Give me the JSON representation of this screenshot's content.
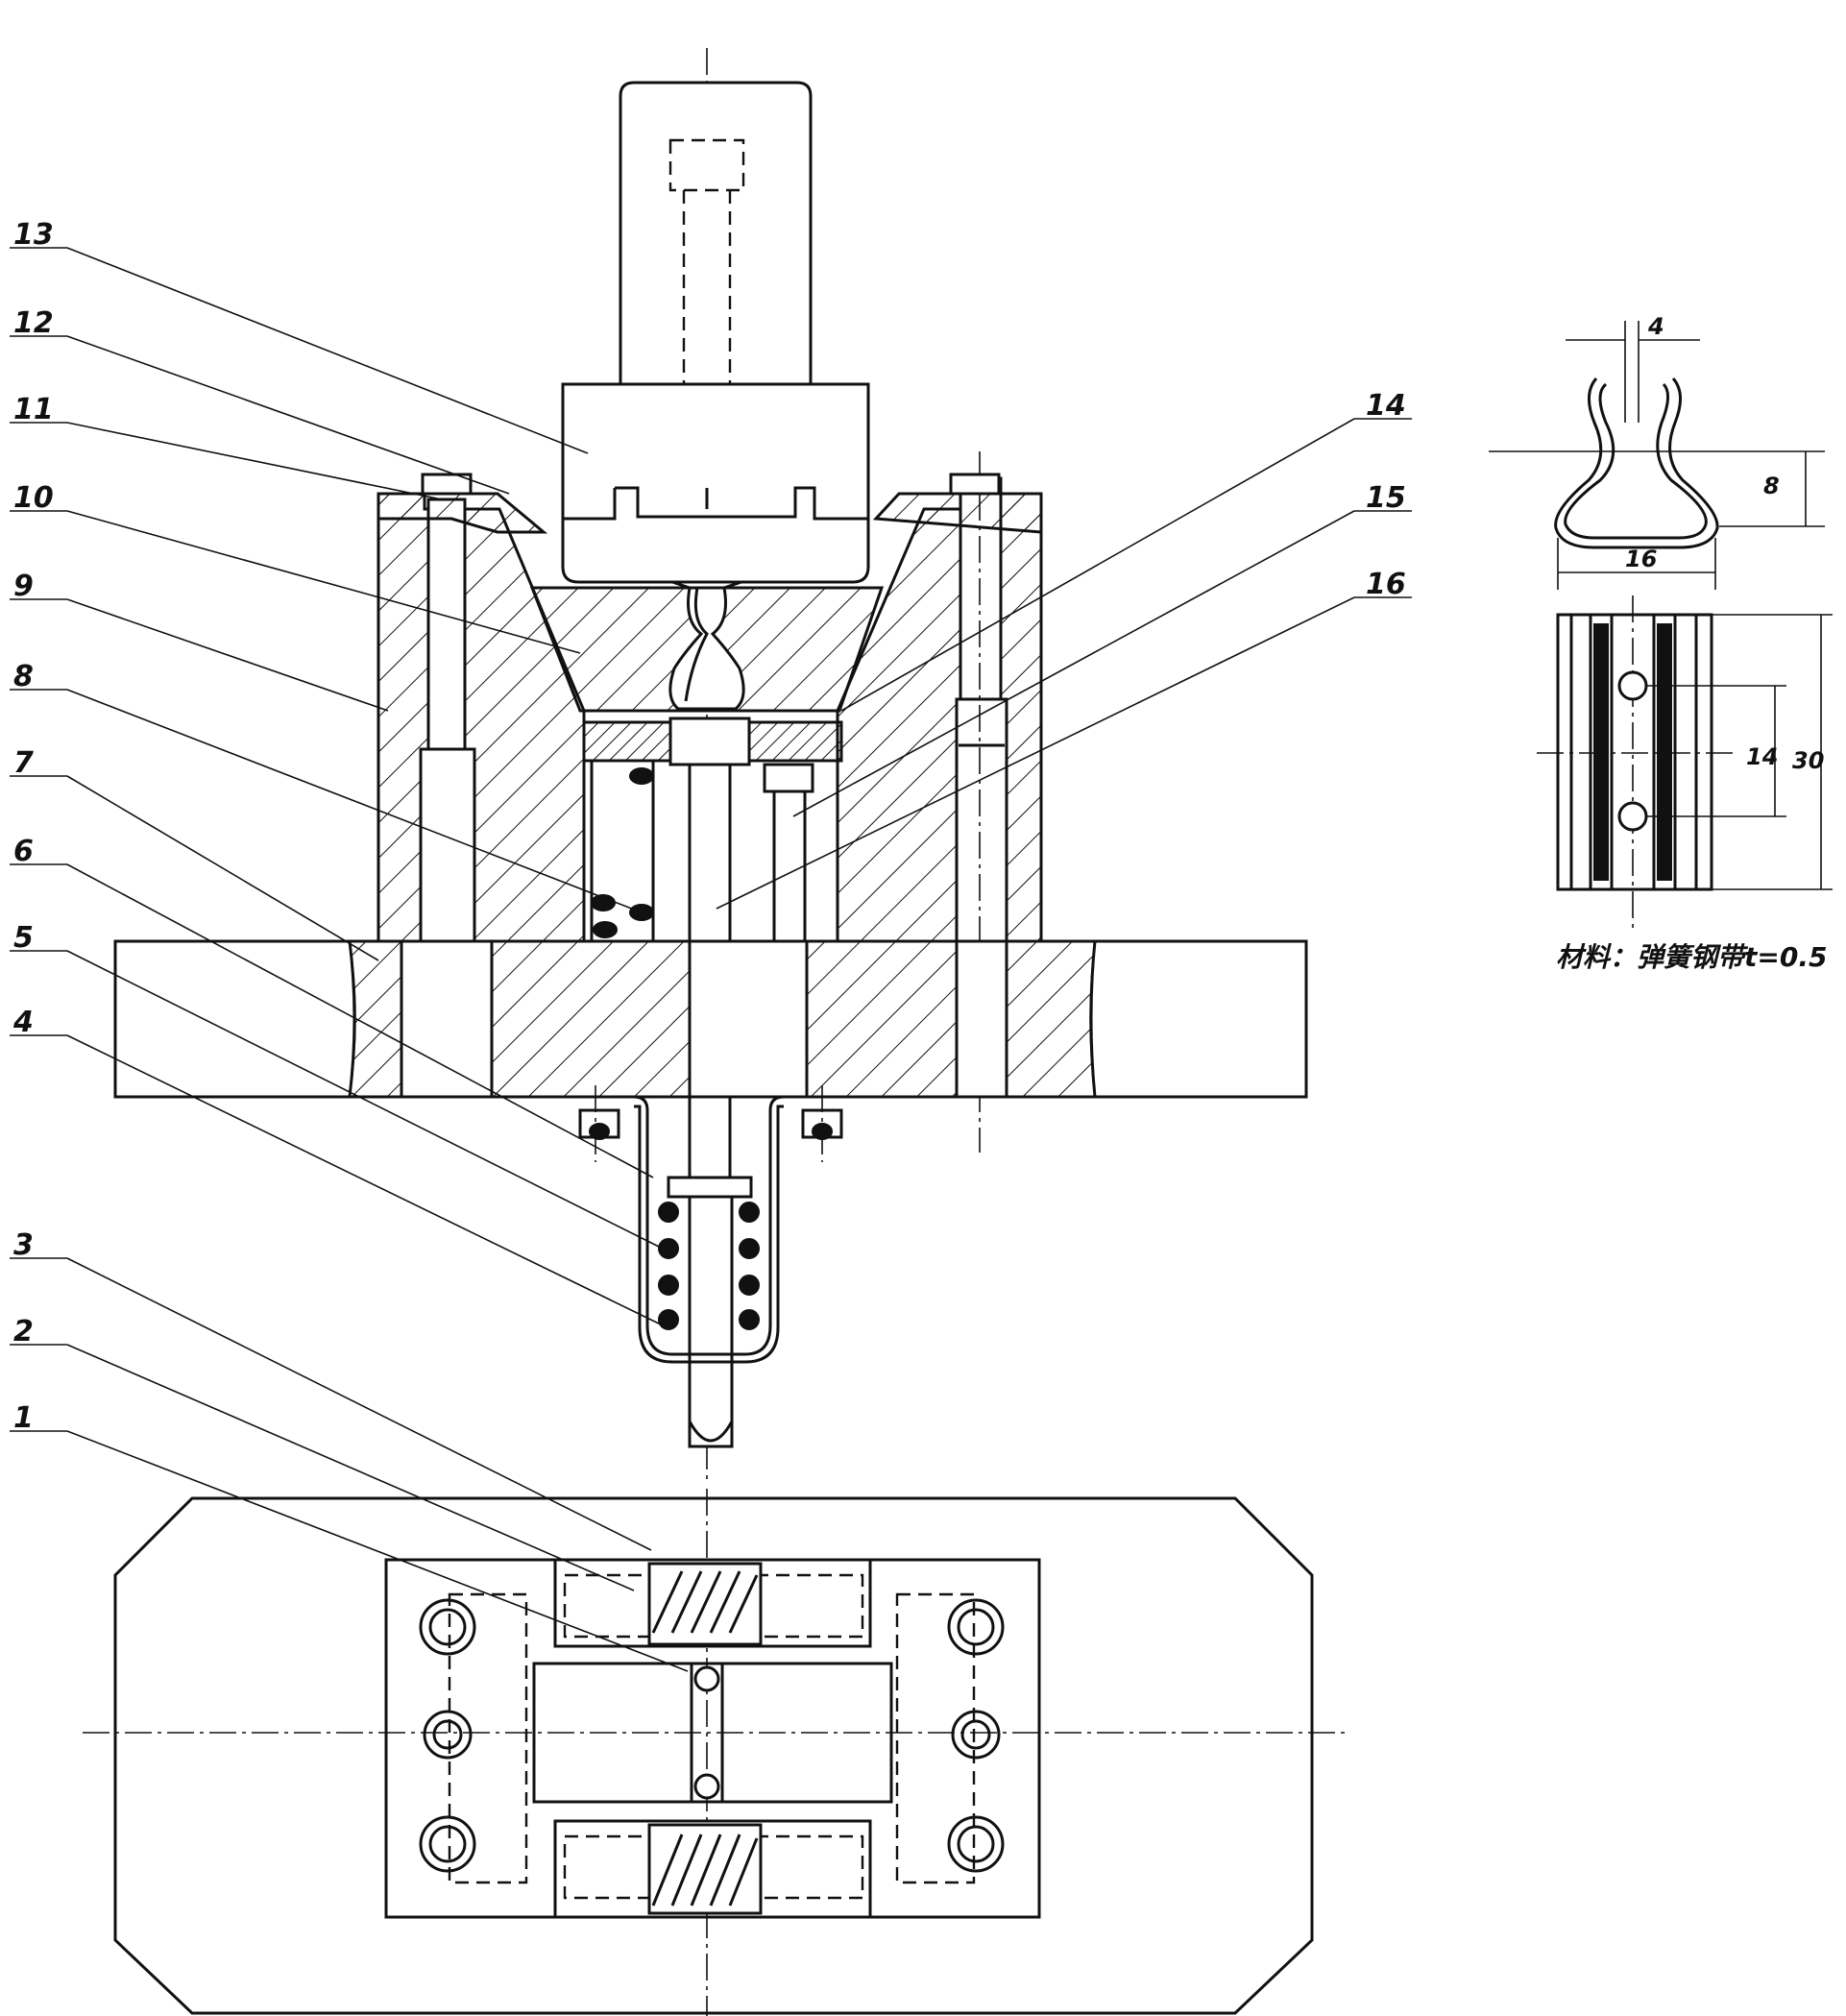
{
  "part_labels": [
    "13",
    "12",
    "11",
    "10",
    "9",
    "8",
    "7",
    "6",
    "5",
    "4",
    "3",
    "2",
    "1",
    "14",
    "15",
    "16"
  ],
  "part_detail": {
    "dimensions": {
      "gap": "4",
      "height": "8",
      "width": "16",
      "hole_pitch": "14",
      "length": "30"
    },
    "material_note": "材料：弹簧钢带t=0.5"
  }
}
